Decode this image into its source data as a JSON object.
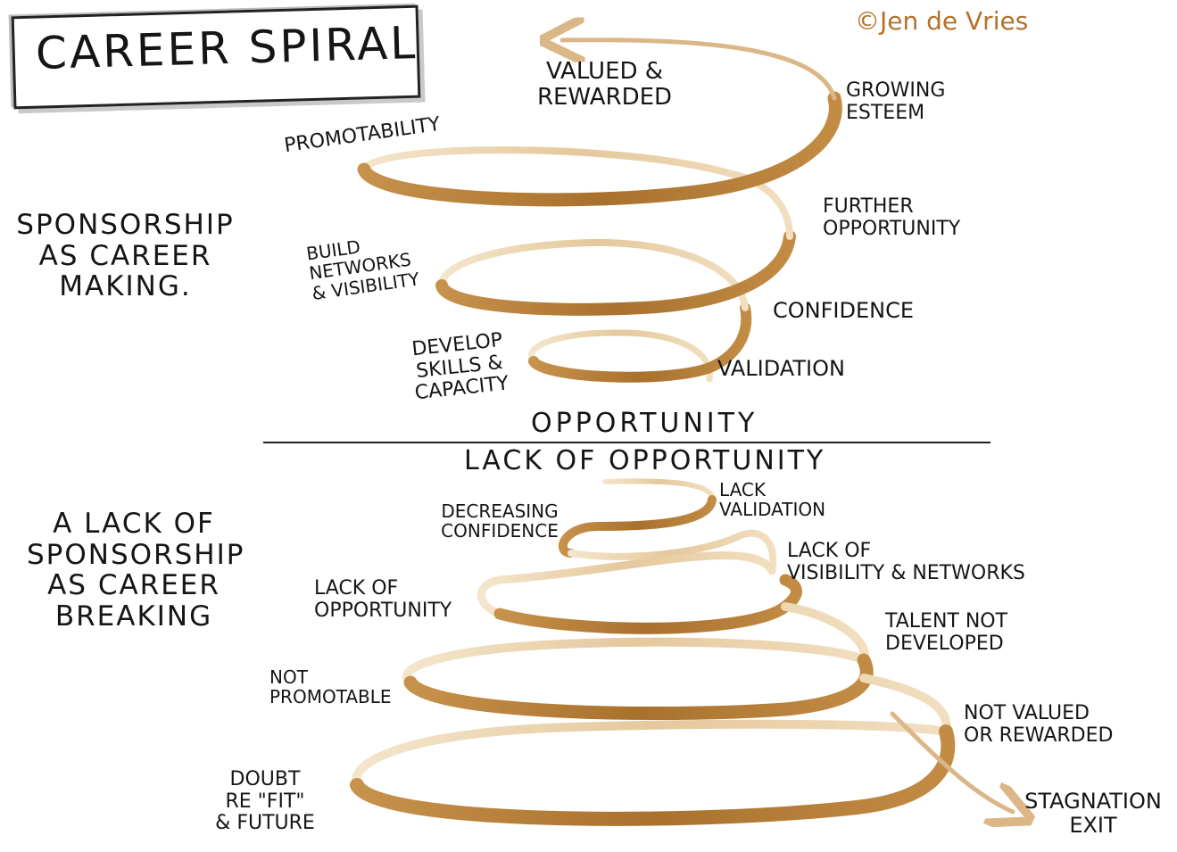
{
  "title": "CAREER SPIRAL",
  "credit": "©Jen de Vries",
  "center": {
    "opportunity": "OPPORTUNITY",
    "lack_of_opportunity": "LACK OF OPPORTUNITY"
  },
  "upper_section": {
    "heading": "SPONSORSHIP\nAS CAREER\nMAKING.",
    "labels": {
      "valued_rewarded": "VALUED &\nREWARDED",
      "growing_esteem": "GROWING\nESTEEM",
      "promotability": "PROMOTABILITY",
      "further_opportunity": "FURTHER\nOPPORTUNITY",
      "build_networks": "BUILD\nNETWORKS\n& VISIBILITY",
      "confidence": "CONFIDENCE",
      "develop_skills": "DEVELOP\nSKILLS &\nCAPACITY",
      "validation": "VALIDATION"
    }
  },
  "lower_section": {
    "heading": "A LACK OF\nSPONSORSHIP\nAS CAREER\nBREAKING",
    "labels": {
      "lack_validation": "LACK\nVALIDATION",
      "decreasing_confidence": "DECREASING\nCONFIDENCE",
      "lack_visibility_networks": "LACK OF\nVISIBILITY & NETWORKS",
      "lack_of_opportunity": "LACK OF\nOPPORTUNITY",
      "talent_not_developed": "TALENT NOT\nDEVELOPED",
      "not_promotable": "NOT\nPROMOTABLE",
      "not_valued_rewarded": "NOT VALUED\nOR REWARDED",
      "doubt_fit_future": "DOUBT\nRE \"FIT\"\n& FUTURE",
      "stagnation_exit": "STAGNATION\nEXIT"
    }
  },
  "colors": {
    "spiral_dark": "#b07a35",
    "spiral_light": "#ecd6b2",
    "credit": "#b5722a",
    "ink": "#151515"
  }
}
